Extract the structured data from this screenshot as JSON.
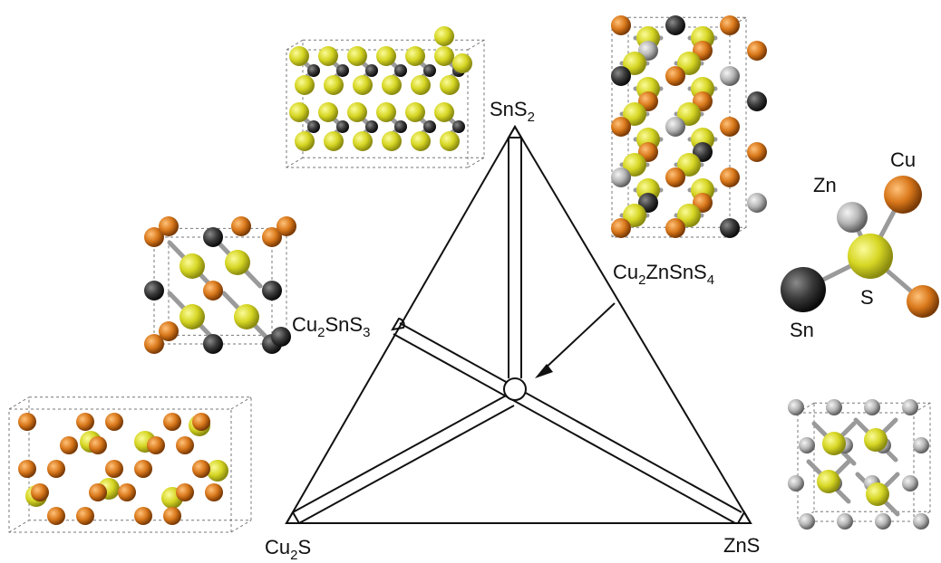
{
  "labels": {
    "sns2": {
      "base": "SnS",
      "sub": "2"
    },
    "cu2sns3": {
      "a": "Cu",
      "a_sub": "2",
      "b": "SnS",
      "b_sub": "3"
    },
    "czts": {
      "a": "Cu",
      "a_sub": "2",
      "b": "ZnSnS",
      "b_sub": "4"
    },
    "cu2s": {
      "a": "Cu",
      "a_sub": "2",
      "b": "S"
    },
    "zns": "ZnS"
  },
  "bond_diagram": {
    "zn": "Zn",
    "cu": "Cu",
    "s": "S",
    "sn": "Sn"
  },
  "colors": {
    "cu": "#d9781b",
    "zn": "#b8b8b8",
    "sn": "#2f2f2f",
    "s": "#dcdc2a",
    "line": "#111111"
  }
}
